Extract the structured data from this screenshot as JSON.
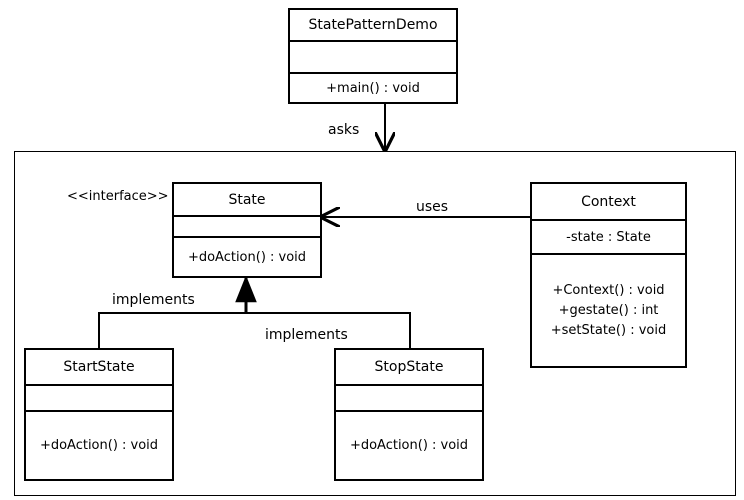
{
  "classes": {
    "demo": {
      "name": "StatePatternDemo",
      "attributes": [],
      "operations": [
        "+main()  : void"
      ]
    },
    "state": {
      "stereotype": "<<interface>>",
      "name": "State",
      "attributes": [],
      "operations": [
        "+doAction()  : void"
      ]
    },
    "context": {
      "name": "Context",
      "attributes": [
        "-state : State"
      ],
      "operations": [
        "+Context()  : void",
        "+gestate()  : int",
        "+setState()  : void"
      ]
    },
    "start": {
      "name": "StartState",
      "attributes": [],
      "operations": [
        "+doAction()  : void"
      ]
    },
    "stop": {
      "name": "StopState",
      "attributes": [],
      "operations": [
        "+doAction()  : void"
      ]
    }
  },
  "relations": {
    "asks": "asks",
    "uses": "uses",
    "implements_left": "implements",
    "implements_right": "implements"
  }
}
